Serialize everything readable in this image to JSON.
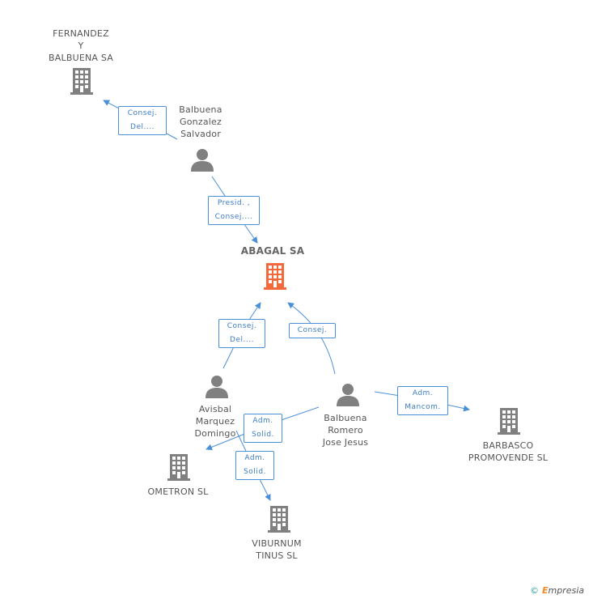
{
  "nodes": {
    "fernandez": {
      "lines": [
        "FERNANDEZ",
        "Y",
        "BALBUENA SA"
      ],
      "type": "company"
    },
    "balbuena_gonzalez": {
      "lines": [
        "Balbuena",
        "Gonzalez",
        "Salvador"
      ],
      "type": "person"
    },
    "abagal": {
      "lines": [
        "ABAGAL SA"
      ],
      "type": "company-main"
    },
    "avisbal": {
      "lines": [
        "Avisbal",
        "Marquez",
        "Domingo"
      ],
      "type": "person"
    },
    "balbuena_romero": {
      "lines": [
        "Balbuena",
        "Romero",
        "Jose Jesus"
      ],
      "type": "person"
    },
    "barbasco": {
      "lines": [
        "BARBASCO",
        "PROMOVENDE SL"
      ],
      "type": "company"
    },
    "ometron": {
      "lines": [
        "OMETRON SL"
      ],
      "type": "company"
    },
    "viburnum": {
      "lines": [
        "VIBURNUM",
        "TINUS SL"
      ],
      "type": "company"
    }
  },
  "edges": [
    {
      "id": "e1",
      "lines": [
        "Consej.",
        "Del...."
      ]
    },
    {
      "id": "e2",
      "lines": [
        "Presid. ,",
        "Consej...."
      ]
    },
    {
      "id": "e3",
      "lines": [
        "Consej.",
        "Del...."
      ]
    },
    {
      "id": "e4",
      "lines": [
        "Consej."
      ]
    },
    {
      "id": "e5",
      "lines": [
        "Adm.",
        "Mancom."
      ]
    },
    {
      "id": "e6",
      "lines": [
        "Adm.",
        "Solid."
      ]
    },
    {
      "id": "e7",
      "lines": [
        "Adm.",
        "Solid."
      ]
    }
  ],
  "colors": {
    "edge": "#4a90d9",
    "company": "#808080",
    "main_company": "#f26a3b",
    "person": "#808080"
  },
  "credit": {
    "copyright": "©",
    "brand_first": "E",
    "brand_rest": "mpresia"
  }
}
